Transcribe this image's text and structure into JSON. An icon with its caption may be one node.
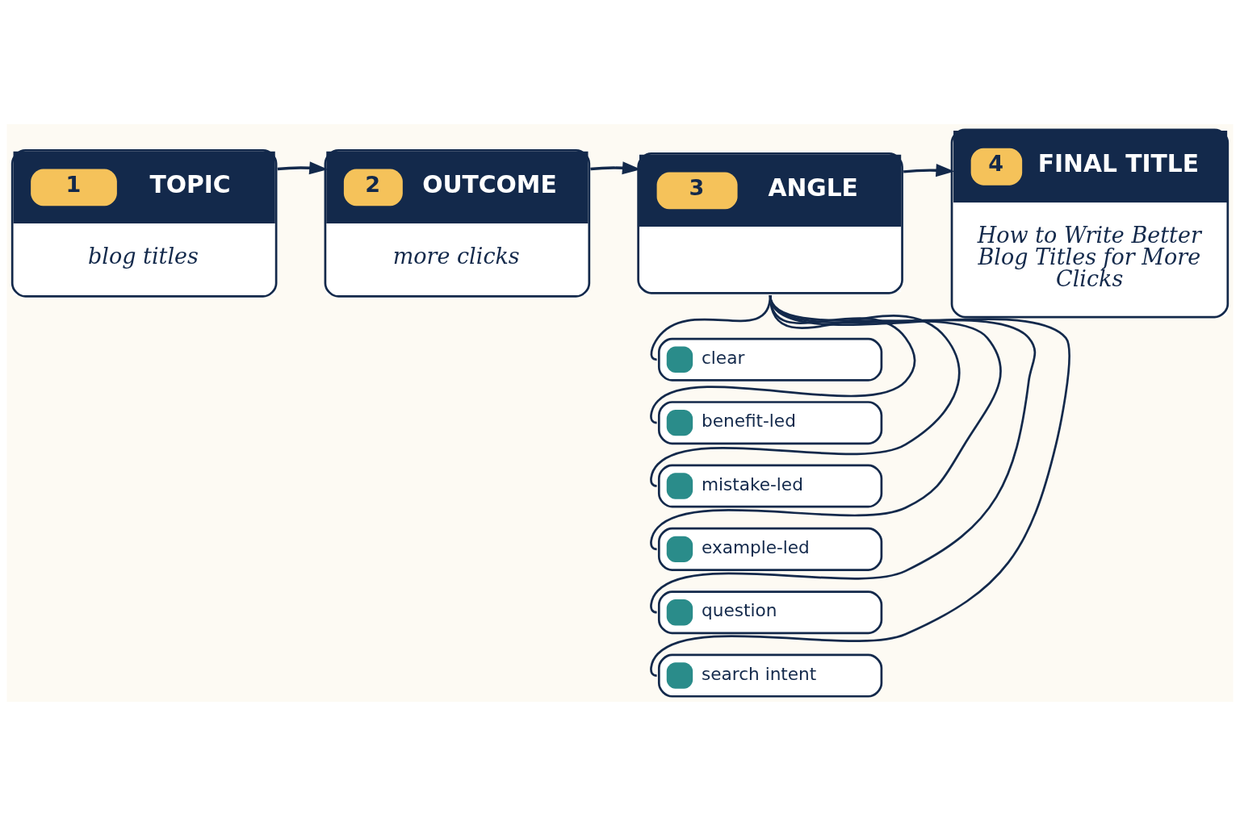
{
  "diagram": {
    "nodes": [
      {
        "text": [
          "1",
          "TOPIC",
          "blog titles"
        ]
      },
      {
        "text": [
          "2",
          "OUTCOME",
          "more clicks"
        ]
      },
      {
        "text": [
          "3",
          "ANGLE"
        ]
      },
      {
        "text": [
          "4",
          "FINAL TITLE",
          "How to Write Better Blog Titles for More Clicks"
        ]
      },
      {
        "text": [
          "clear"
        ]
      },
      {
        "text": [
          "benefit-led"
        ]
      },
      {
        "text": [
          "mistake-led"
        ]
      },
      {
        "text": [
          "example-led"
        ]
      },
      {
        "text": [
          "question"
        ]
      },
      {
        "text": [
          "search intent"
        ]
      }
    ],
    "edges": [
      {
        "from": 0,
        "to": 1,
        "arrow": "to"
      },
      {
        "from": 1,
        "to": 2,
        "arrow": "to"
      },
      {
        "from": 2,
        "to": 3,
        "arrow": "to"
      },
      {
        "from": 2,
        "to": 4,
        "arrow": "none"
      },
      {
        "from": 2,
        "to": 5,
        "arrow": "none"
      },
      {
        "from": 2,
        "to": 6,
        "arrow": "none"
      },
      {
        "from": 2,
        "to": 7,
        "arrow": "none"
      },
      {
        "from": 2,
        "to": 8,
        "arrow": "none"
      },
      {
        "from": 2,
        "to": 9,
        "arrow": "none"
      }
    ]
  }
}
